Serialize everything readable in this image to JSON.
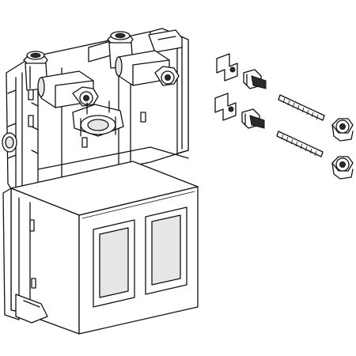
{
  "figure": {
    "type": "exploded-view line drawing",
    "colors": {
      "line": "#111111",
      "fill": "#ffffff",
      "shade": "#e6e6e6",
      "dark": "#2b2b2b"
    },
    "parts": [
      "mounting-frame",
      "junction-box",
      "water-connection-left",
      "water-connection-right",
      "solenoid-valve",
      "fixing-bracket-top",
      "fixing-bracket-bottom",
      "threaded-rod-top",
      "threaded-rod-bottom",
      "nut-top",
      "nut-bottom"
    ]
  }
}
